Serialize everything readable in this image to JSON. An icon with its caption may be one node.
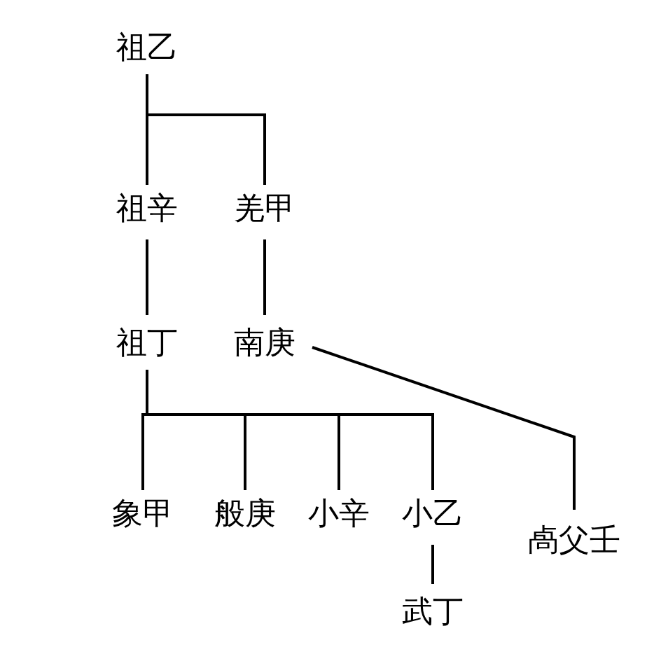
{
  "diagram": {
    "nodes": [
      {
        "text": [
          "祖乙"
        ]
      },
      {
        "text": [
          "祖辛"
        ]
      },
      {
        "text": [
          "羌甲"
        ]
      },
      {
        "text": [
          "祖丁"
        ]
      },
      {
        "text": [
          "南庚"
        ]
      },
      {
        "text": [
          "象甲"
        ]
      },
      {
        "text": [
          "般庚"
        ]
      },
      {
        "text": [
          "小辛"
        ]
      },
      {
        "text": [
          "小乙"
        ]
      },
      {
        "text": [
          "卨父壬"
        ]
      },
      {
        "text": [
          "武丁"
        ]
      }
    ],
    "edges": [
      {
        "from": 0,
        "to": 1,
        "arrow": "none"
      },
      {
        "from": 0,
        "to": 2,
        "arrow": "none"
      },
      {
        "from": 1,
        "to": 3,
        "arrow": "none"
      },
      {
        "from": 2,
        "to": 4,
        "arrow": "none"
      },
      {
        "from": 3,
        "to": 5,
        "arrow": "none"
      },
      {
        "from": 3,
        "to": 6,
        "arrow": "none"
      },
      {
        "from": 3,
        "to": 7,
        "arrow": "none"
      },
      {
        "from": 3,
        "to": 8,
        "arrow": "none"
      },
      {
        "from": 4,
        "to": 9,
        "arrow": "none"
      },
      {
        "from": 8,
        "to": 10,
        "arrow": "none"
      }
    ]
  }
}
